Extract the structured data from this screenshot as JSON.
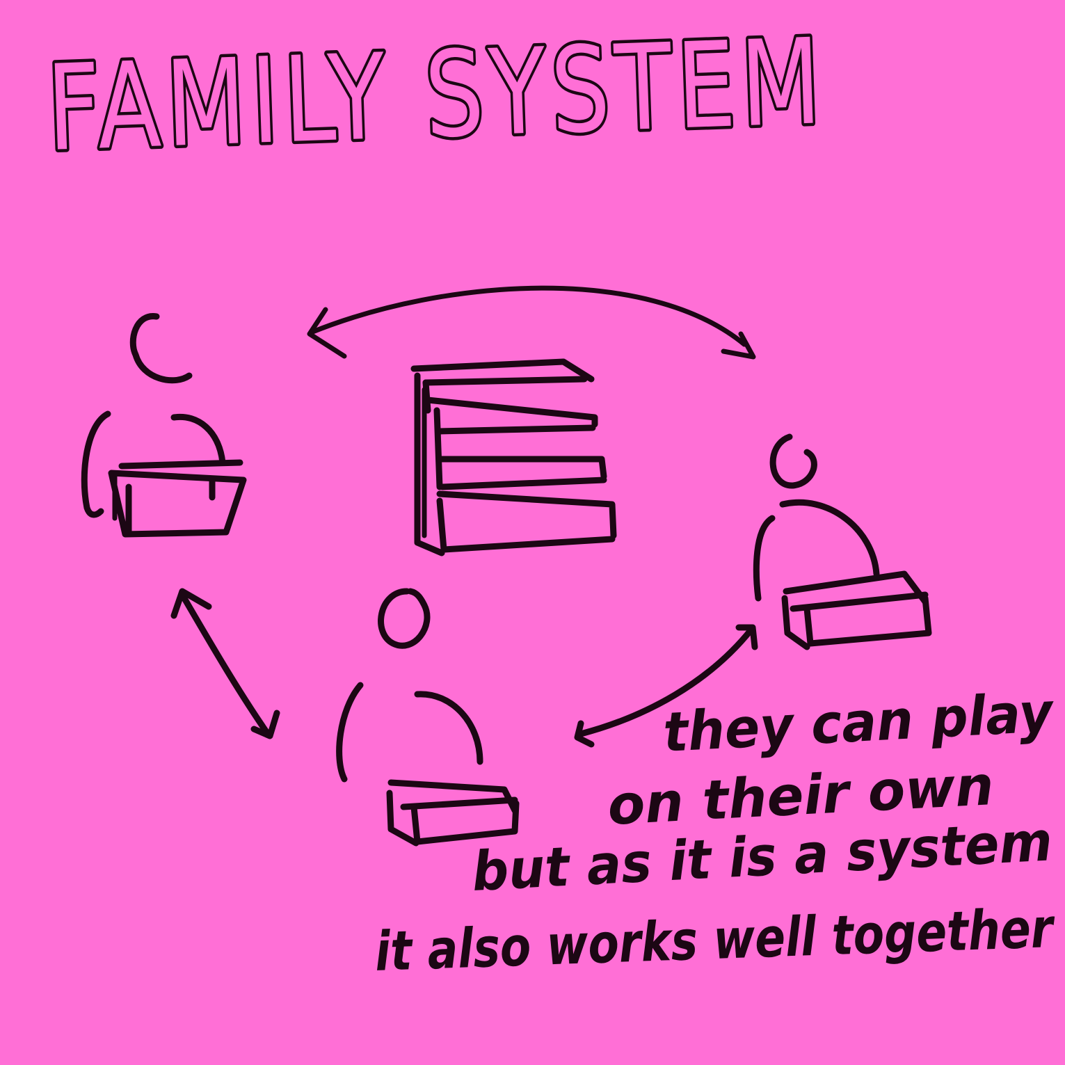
{
  "title": "FAMILY SYSTEM",
  "note": {
    "line1": "they can play",
    "line2": "on their own",
    "line3": "but as it is a system",
    "line4": "it also works well together"
  },
  "figures": [
    {
      "id": "person-top-left",
      "holds": "toy-block"
    },
    {
      "id": "person-bottom-middle",
      "holds": "toy-block"
    },
    {
      "id": "person-right",
      "holds": "toy-block"
    }
  ],
  "central_object": "stacked-blocks",
  "colors": {
    "background": "#ff6fd6",
    "ink": "#1c0714"
  }
}
